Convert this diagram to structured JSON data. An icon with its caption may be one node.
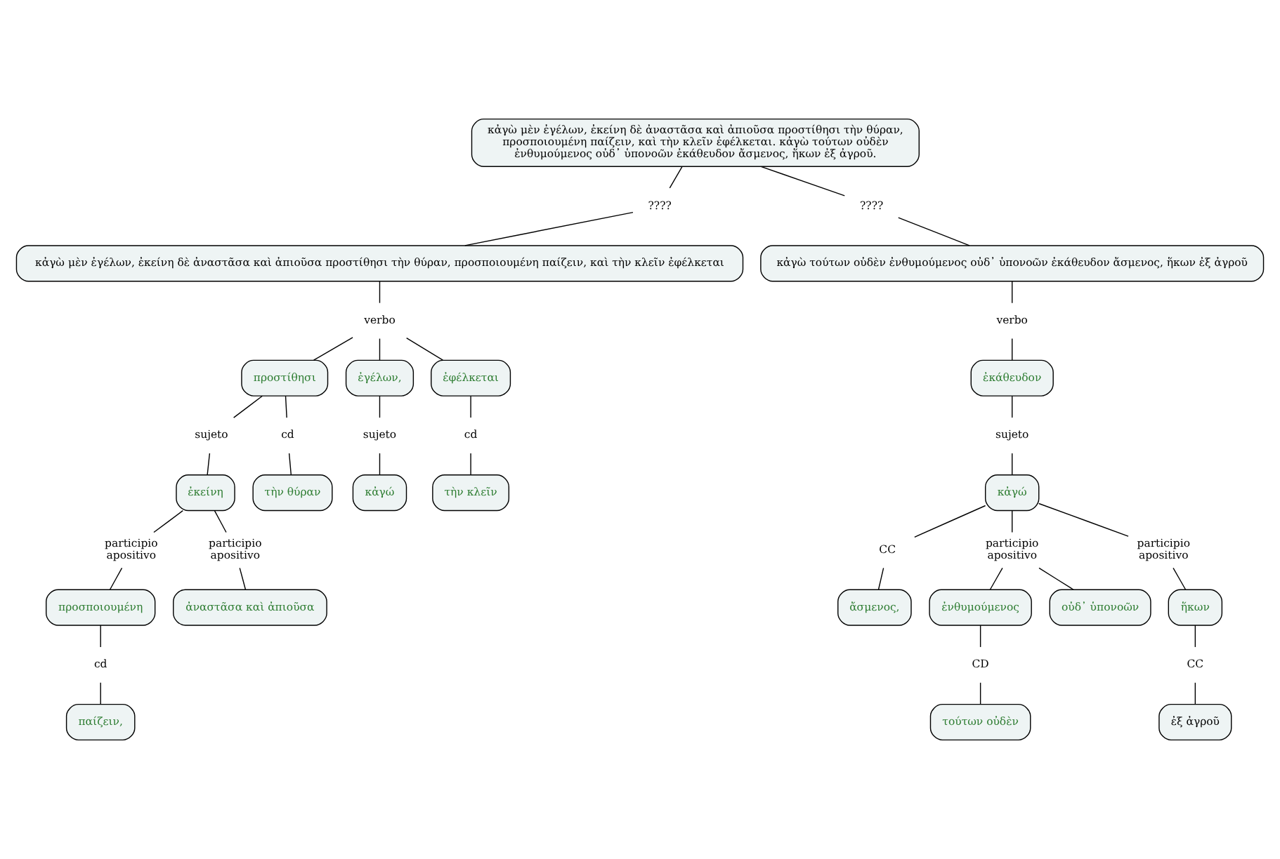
{
  "diagram": {
    "nodes": [
      {
        "text": [
          "κἀγὼ μὲν ἐγέλων, ἐκείνη δὲ ἀναστᾶσα καὶ ἀπιοῦσα προστίθησι τὴν θύραν, προσποιουμένη παίζειν, καὶ τὴν κλεῖν ἐφέλκεται. κἀγὼ τούτων οὐδὲν ἐνθυμούμενος οὐδ᾽ ὑπονοῶν ἐκάθευδον ἄσμενος, ἥκων ἐξ ἀγροῦ."
        ]
      },
      {
        "text": [
          "????"
        ]
      },
      {
        "text": [
          "????"
        ]
      },
      {
        "text": [
          "κἀγὼ μὲν ἐγέλων, ἐκείνη δὲ ἀναστᾶσα καὶ ἀπιοῦσα προστίθησι τὴν θύραν, προσποιουμένη παίζειν, καὶ τὴν κλεῖν ἐφέλκεται"
        ]
      },
      {
        "text": [
          "κἀγὼ τούτων οὐδὲν ἐνθυμούμενος οὐδ᾽ ὑπονοῶν ἐκάθευδον ἄσμενος, ἥκων ἐξ ἀγροῦ"
        ]
      },
      {
        "text": [
          "verbo"
        ]
      },
      {
        "text": [
          "verbo"
        ]
      },
      {
        "text": [
          "προστίθησι"
        ]
      },
      {
        "text": [
          "ἐγέλων,"
        ]
      },
      {
        "text": [
          "ἐφέλκεται"
        ]
      },
      {
        "text": [
          "ἐκάθευδον"
        ]
      },
      {
        "text": [
          "sujeto"
        ]
      },
      {
        "text": [
          "cd"
        ]
      },
      {
        "text": [
          "sujeto"
        ]
      },
      {
        "text": [
          "cd"
        ]
      },
      {
        "text": [
          "sujeto"
        ]
      },
      {
        "text": [
          "ἐκείνη"
        ]
      },
      {
        "text": [
          "τὴν θύραν"
        ]
      },
      {
        "text": [
          "κἀγώ"
        ]
      },
      {
        "text": [
          "τὴν κλεῖν"
        ]
      },
      {
        "text": [
          "κἀγώ"
        ]
      },
      {
        "text": [
          "participio apositivo"
        ]
      },
      {
        "text": [
          "participio apositivo"
        ]
      },
      {
        "text": [
          "CC"
        ]
      },
      {
        "text": [
          "participio apositivo"
        ]
      },
      {
        "text": [
          "participio apositivo"
        ]
      },
      {
        "text": [
          "προσποιουμένη"
        ]
      },
      {
        "text": [
          "ἀναστᾶσα καὶ ἀπιοῦσα"
        ]
      },
      {
        "text": [
          "ἄσμενος,"
        ]
      },
      {
        "text": [
          "ἐνθυμούμενος"
        ]
      },
      {
        "text": [
          "οὐδ᾽ ὑπονοῶν"
        ]
      },
      {
        "text": [
          "ἥκων"
        ]
      },
      {
        "text": [
          "cd"
        ]
      },
      {
        "text": [
          "CD"
        ]
      },
      {
        "text": [
          "CC"
        ]
      },
      {
        "text": [
          "παίζειν,"
        ]
      },
      {
        "text": [
          "τούτων οὐδὲν"
        ]
      },
      {
        "text": [
          "ἐξ ἀγροῦ"
        ]
      }
    ],
    "edges": [
      {
        "from": 0,
        "to": 1,
        "arrow": "none"
      },
      {
        "from": 0,
        "to": 2,
        "arrow": "none"
      },
      {
        "from": 1,
        "to": 3,
        "arrow": "none"
      },
      {
        "from": 2,
        "to": 4,
        "arrow": "none"
      },
      {
        "from": 3,
        "to": 5,
        "arrow": "none"
      },
      {
        "from": 4,
        "to": 6,
        "arrow": "none"
      },
      {
        "from": 5,
        "to": 7,
        "arrow": "none"
      },
      {
        "from": 5,
        "to": 8,
        "arrow": "none"
      },
      {
        "from": 5,
        "to": 9,
        "arrow": "none"
      },
      {
        "from": 6,
        "to": 10,
        "arrow": "none"
      },
      {
        "from": 7,
        "to": 11,
        "arrow": "none"
      },
      {
        "from": 7,
        "to": 12,
        "arrow": "none"
      },
      {
        "from": 8,
        "to": 13,
        "arrow": "none"
      },
      {
        "from": 9,
        "to": 14,
        "arrow": "none"
      },
      {
        "from": 10,
        "to": 15,
        "arrow": "none"
      },
      {
        "from": 11,
        "to": 16,
        "arrow": "none"
      },
      {
        "from": 12,
        "to": 17,
        "arrow": "none"
      },
      {
        "from": 13,
        "to": 18,
        "arrow": "none"
      },
      {
        "from": 14,
        "to": 19,
        "arrow": "none"
      },
      {
        "from": 15,
        "to": 20,
        "arrow": "none"
      },
      {
        "from": 16,
        "to": 21,
        "arrow": "none"
      },
      {
        "from": 16,
        "to": 22,
        "arrow": "none"
      },
      {
        "from": 20,
        "to": 23,
        "arrow": "none"
      },
      {
        "from": 20,
        "to": 24,
        "arrow": "none"
      },
      {
        "from": 20,
        "to": 25,
        "arrow": "none"
      },
      {
        "from": 21,
        "to": 26,
        "arrow": "none"
      },
      {
        "from": 22,
        "to": 27,
        "arrow": "none"
      },
      {
        "from": 23,
        "to": 28,
        "arrow": "none"
      },
      {
        "from": 24,
        "to": 29,
        "arrow": "none"
      },
      {
        "from": 24,
        "to": 30,
        "arrow": "none"
      },
      {
        "from": 25,
        "to": 31,
        "arrow": "none"
      },
      {
        "from": 26,
        "to": 32,
        "arrow": "none"
      },
      {
        "from": 32,
        "to": 35,
        "arrow": "none"
      },
      {
        "from": 29,
        "to": 33,
        "arrow": "none"
      },
      {
        "from": 33,
        "to": 36,
        "arrow": "none"
      },
      {
        "from": 31,
        "to": 34,
        "arrow": "none"
      },
      {
        "from": 34,
        "to": 37,
        "arrow": "none"
      }
    ]
  }
}
